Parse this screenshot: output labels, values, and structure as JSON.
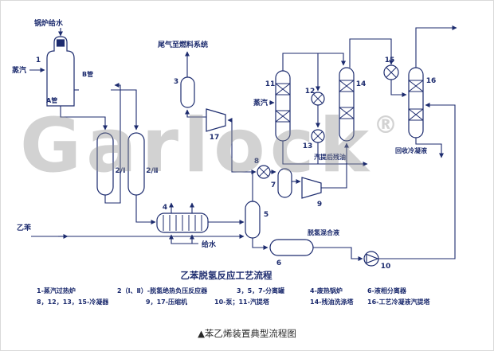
{
  "page": {
    "caption": "▲苯乙烯装置典型流程图"
  },
  "diagram": {
    "title": "乙苯脱氢反应工艺流程",
    "watermark": {
      "text": "Garlock",
      "reg": "®"
    },
    "streams": {
      "boiler_feed_water": "锅炉给水",
      "steam_in": "蒸汽",
      "tube_a": "A管",
      "tube_b": "B管",
      "tail_gas": "尾气至燃料系统",
      "steam_mid": "蒸汽",
      "stripped_residue": "汽提后残油",
      "recovered_condensate": "回收冷凝液",
      "dehydro_mixture": "脱氢混合液",
      "ethylbenzene": "乙苯",
      "feed_water": "给水"
    },
    "equipment": {
      "e1": "1",
      "e2a": "2/Ⅰ",
      "e2b": "2/Ⅱ",
      "e3": "3",
      "e4": "4",
      "e5": "5",
      "e6": "6",
      "e7": "7",
      "e8": "8",
      "e9": "9",
      "e10": "10",
      "e11": "11",
      "e12": "12",
      "e13": "13",
      "e14": "14",
      "e15": "15",
      "e16": "16",
      "e17": "17"
    },
    "legend": {
      "row1": [
        "1-蒸汽过热炉",
        "2（Ⅰ、Ⅱ）-脱氢绝热负压反应器",
        "3，5，7-分离罐",
        "4-废热锅炉",
        "6-液相分离器"
      ],
      "row2": [
        "8，12，13，15-冷凝器",
        "9，17-压缩机",
        "10-泵；11-汽提塔",
        "14-残油洗涤塔",
        "16-工艺冷凝液汽提塔"
      ]
    }
  },
  "colors": {
    "line": "#1c2b6e",
    "text": "#1c2b6e",
    "caption": "#2a2a2a",
    "watermark": "#909090",
    "background": "#ffffff"
  }
}
